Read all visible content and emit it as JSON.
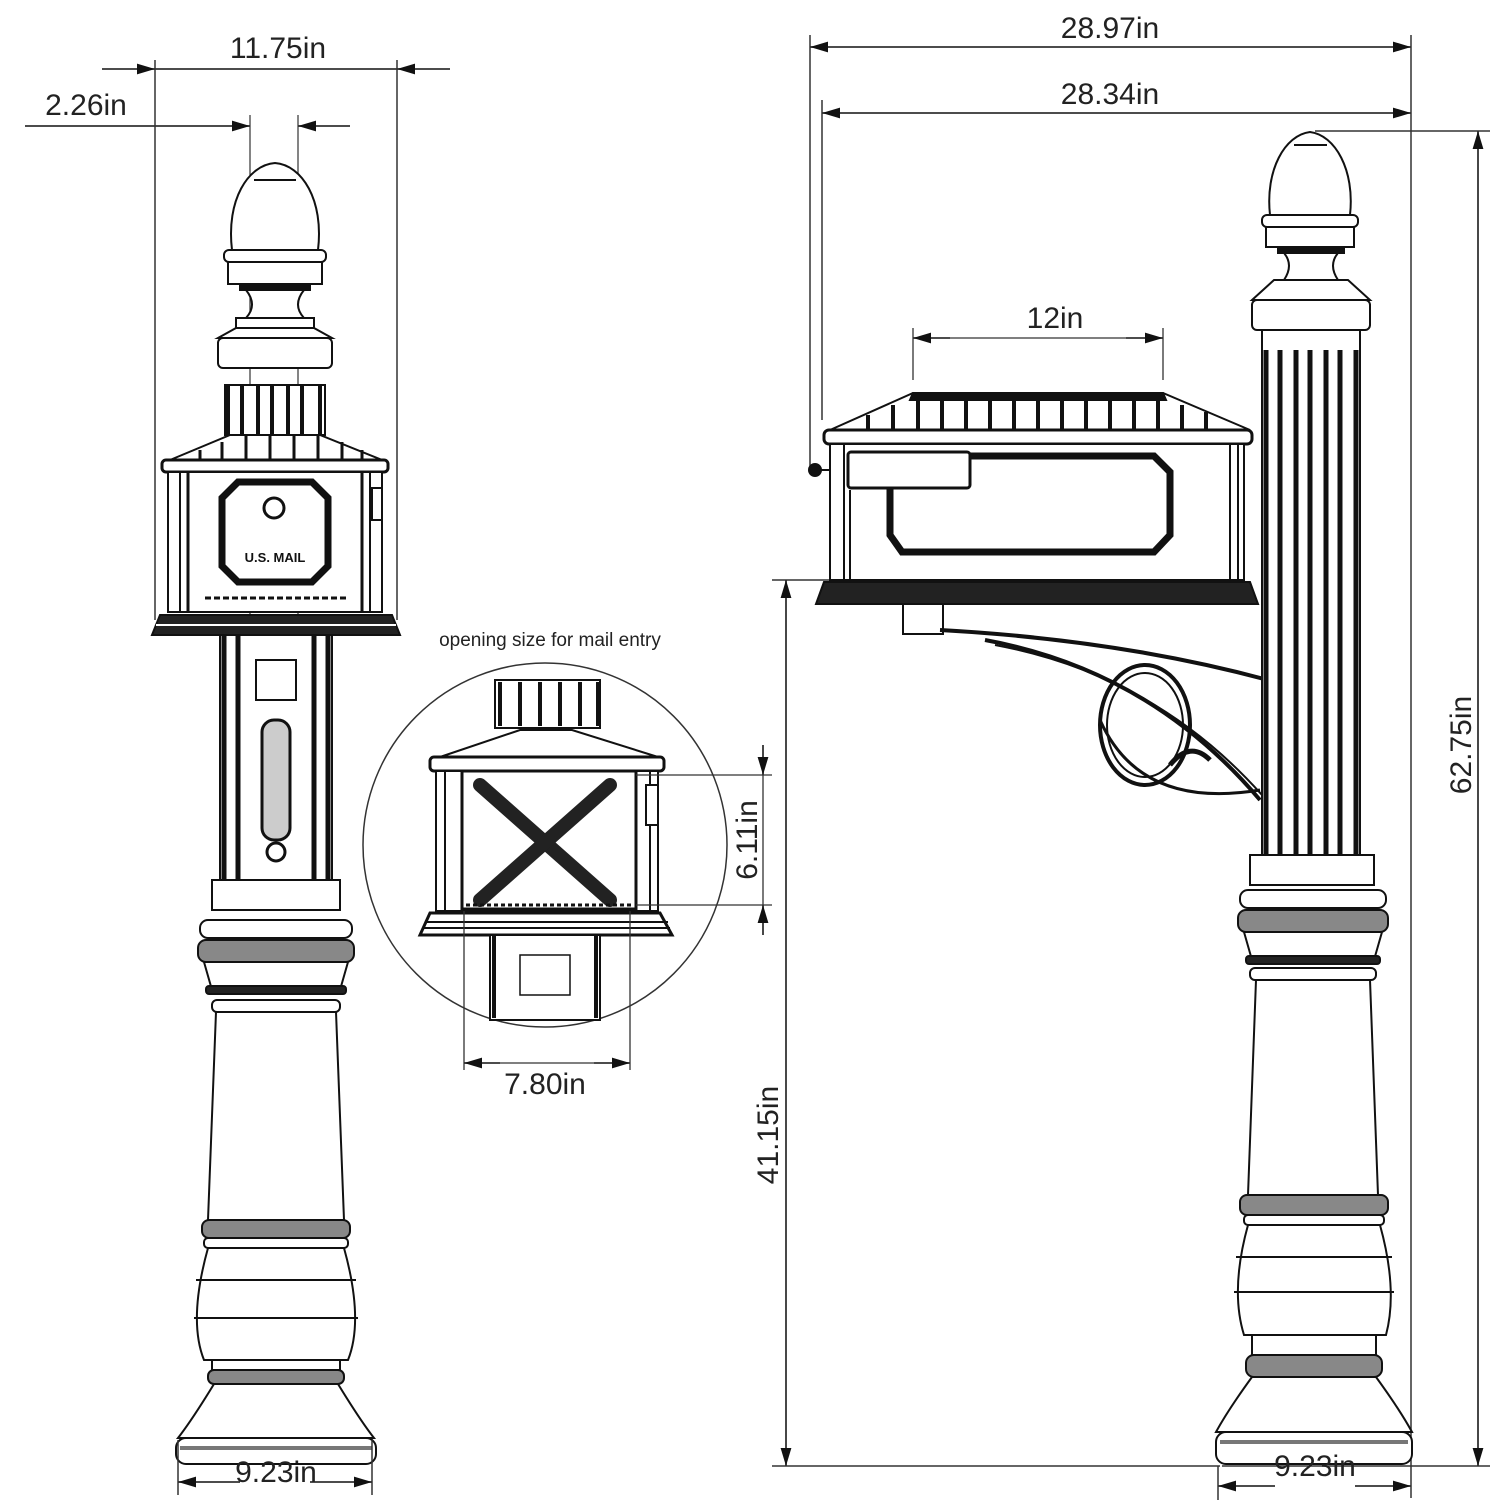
{
  "diagram": {
    "title": "Mailbox with post dimension drawing",
    "front_view": {
      "overall_width": "11.75in",
      "finial_width": "2.26in",
      "base_width": "9.23in",
      "door_label": "U.S. MAIL"
    },
    "detail_view": {
      "caption": "opening size for mail entry",
      "opening_height": "6.11in",
      "opening_width": "7.80in"
    },
    "side_view": {
      "overall_depth": "28.97in",
      "box_depth": "28.34in",
      "roof_length": "12in",
      "total_height": "62.75in",
      "box_bottom_height": "41.15in",
      "base_width": "9.23in"
    },
    "colors": {
      "line": "#111111",
      "dimension_line": "#333333",
      "background": "#ffffff"
    }
  }
}
